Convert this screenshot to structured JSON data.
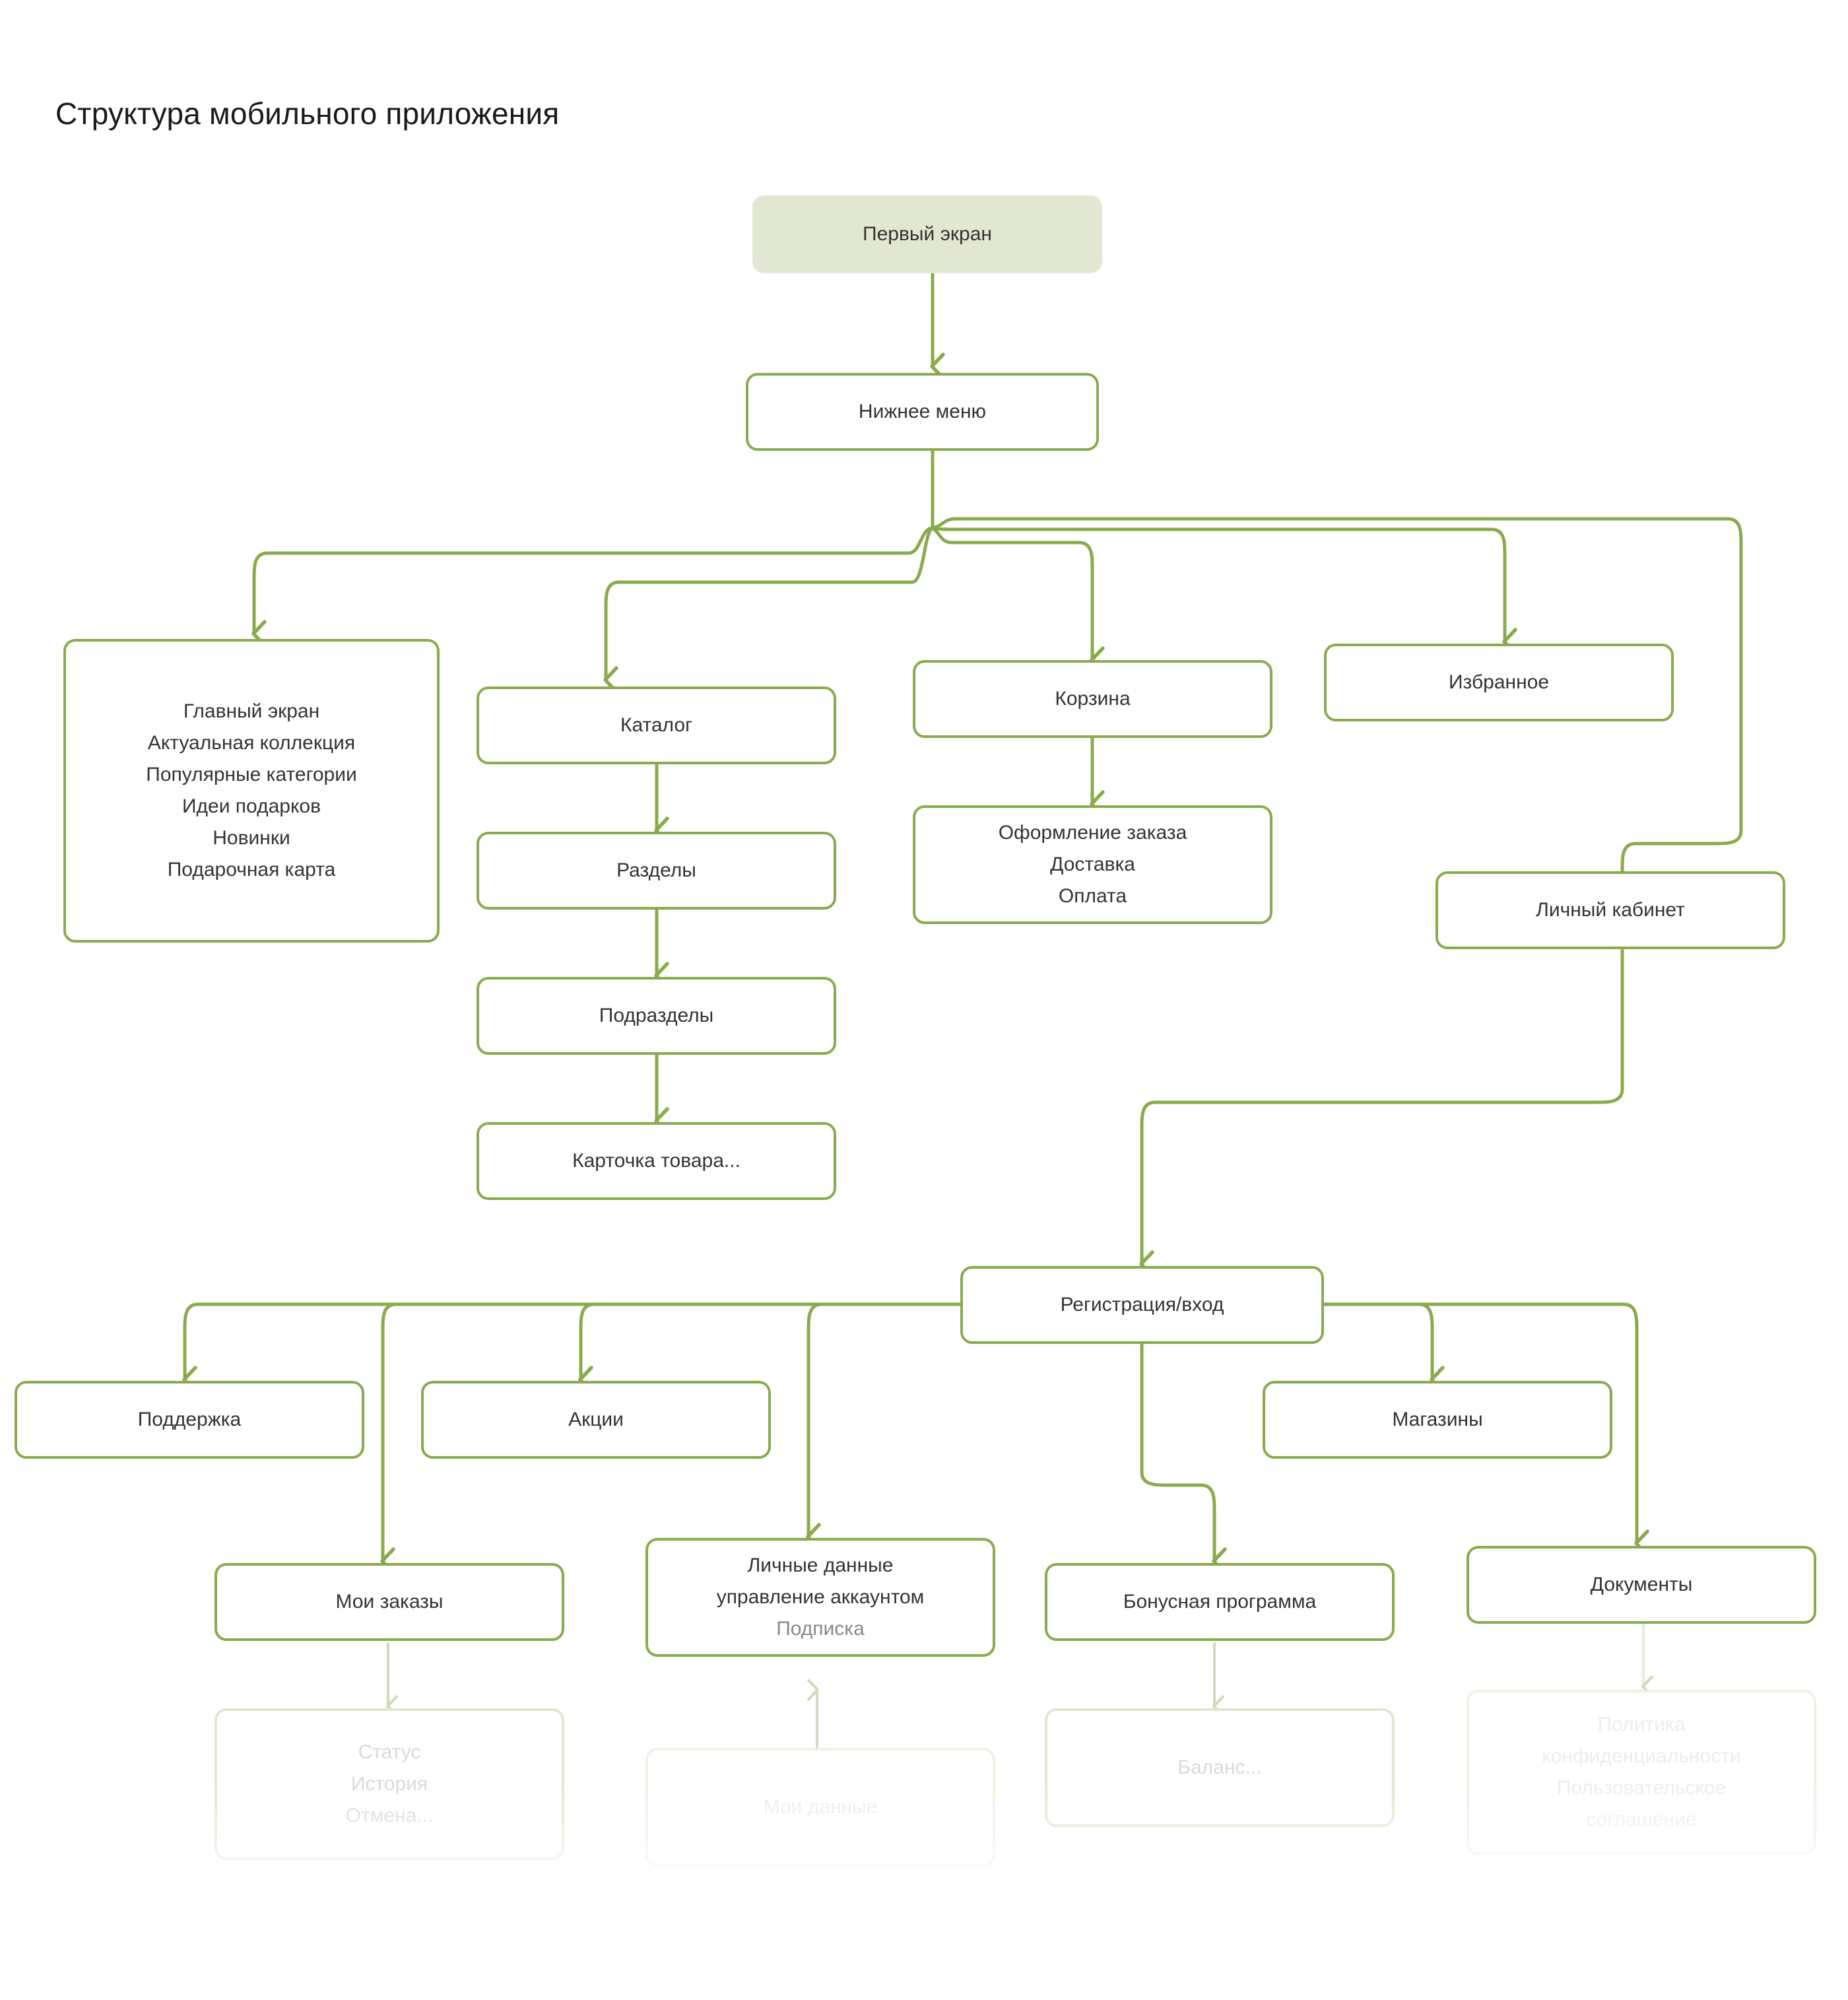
{
  "title": "Структура мобильного приложения",
  "theme": {
    "edge_color": "#8aab4d",
    "node_border": "#8aab4d",
    "node_fill": "#ffffff",
    "root_fill": "#e2e7d2",
    "text_color": "#333333",
    "muted_text_color": "#888888",
    "background": "#ffffff"
  },
  "nodes": {
    "first_screen": {
      "label": "Первый экран"
    },
    "bottom_menu": {
      "label": "Нижнее меню"
    },
    "home": {
      "lines": [
        "Главный экран",
        "Актуальная  коллекция",
        "Популярные категории",
        "Идеи подарков",
        "Новинки",
        "Подарочная карта"
      ]
    },
    "catalog": {
      "label": "Каталог"
    },
    "sections": {
      "label": "Разделы"
    },
    "subsections": {
      "label": "Подразделы"
    },
    "product_card": {
      "label": "Карточка товара..."
    },
    "cart": {
      "label": "Корзина"
    },
    "checkout": {
      "lines": [
        "Оформление заказа",
        "Доставка",
        "Оплата"
      ]
    },
    "favorites": {
      "label": "Избранное"
    },
    "account": {
      "label": "Личный кабинет"
    },
    "registration": {
      "label": "Регистрация/вход"
    },
    "support": {
      "label": "Поддержка"
    },
    "promotions": {
      "label": "Акции"
    },
    "stores": {
      "label": "Магазины"
    },
    "my_orders": {
      "label": "Мои заказы"
    },
    "personal_data": {
      "lines": [
        "Личные данные",
        "управление аккаунтом",
        "Подписка"
      ]
    },
    "bonus_program": {
      "label": "Бонусная программа"
    },
    "documents": {
      "label": "Документы"
    },
    "order_status": {
      "lines": [
        "Статус",
        "История",
        "Отмена..."
      ]
    },
    "my_data": {
      "label": "Мои данные"
    },
    "balance": {
      "label": "Баланс..."
    },
    "policy": {
      "lines": [
        "Политика",
        "конфиденциальности",
        "Пользовательское",
        "соглашение"
      ]
    }
  },
  "chart_data": {
    "type": "diagram",
    "diagram_kind": "flowchart",
    "orientation": "top-down",
    "title": "Структура мобильного приложения",
    "edges": [
      {
        "from": "first_screen",
        "to": "bottom_menu"
      },
      {
        "from": "bottom_menu",
        "to": "home"
      },
      {
        "from": "bottom_menu",
        "to": "catalog"
      },
      {
        "from": "bottom_menu",
        "to": "cart"
      },
      {
        "from": "bottom_menu",
        "to": "favorites"
      },
      {
        "from": "bottom_menu",
        "to": "account"
      },
      {
        "from": "catalog",
        "to": "sections"
      },
      {
        "from": "sections",
        "to": "subsections"
      },
      {
        "from": "subsections",
        "to": "product_card"
      },
      {
        "from": "cart",
        "to": "checkout"
      },
      {
        "from": "account",
        "to": "registration"
      },
      {
        "from": "registration",
        "to": "support"
      },
      {
        "from": "registration",
        "to": "promotions"
      },
      {
        "from": "registration",
        "to": "my_orders"
      },
      {
        "from": "registration",
        "to": "personal_data"
      },
      {
        "from": "registration",
        "to": "bonus_program"
      },
      {
        "from": "registration",
        "to": "stores"
      },
      {
        "from": "registration",
        "to": "documents"
      },
      {
        "from": "my_orders",
        "to": "order_status"
      },
      {
        "from": "my_data",
        "to": "personal_data"
      },
      {
        "from": "bonus_program",
        "to": "balance"
      },
      {
        "from": "documents",
        "to": "policy"
      }
    ]
  }
}
